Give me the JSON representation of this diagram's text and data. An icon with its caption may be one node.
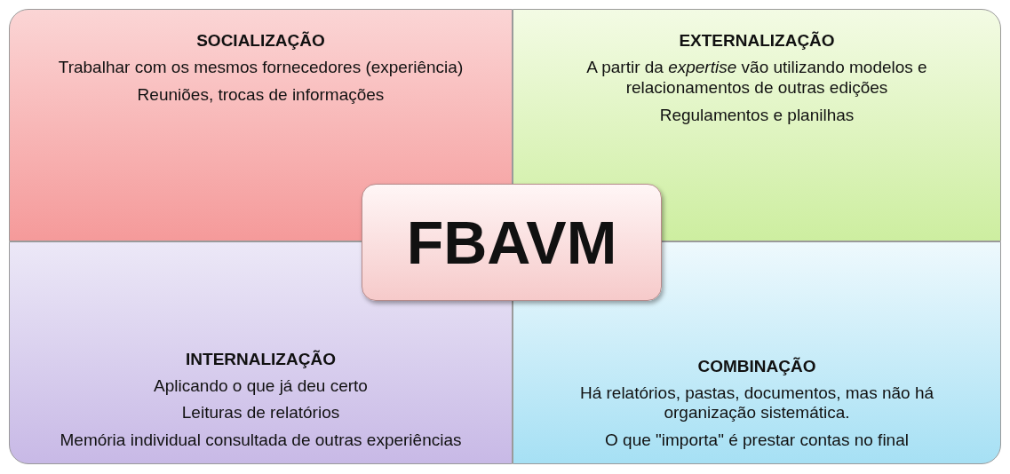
{
  "diagram": {
    "nodes": [
      {
        "text": [
          "SOCIALIZAÇÃO",
          "Trabalhar com os mesmos fornecedores (experiência)",
          "Reuniões, trocas de informações"
        ]
      },
      {
        "text": [
          "EXTERNALIZAÇÃO",
          "A partir da *expertise*  vão utilizando modelos e relacionamentos de outras edições",
          "Regulamentos e planilhas"
        ]
      },
      {
        "text": [
          "FBAVM"
        ]
      },
      {
        "text": [
          "INTERNALIZAÇÃO",
          "Aplicando o que já deu certo",
          "Leituras de relatórios",
          "Memória individual consultada de outras experiências"
        ]
      },
      {
        "text": [
          "COMBINAÇÃO",
          "Há relatórios, pastas, documentos, mas não há organização sistemática.",
          "O que \"importa\" é prestar contas no final"
        ]
      }
    ]
  }
}
